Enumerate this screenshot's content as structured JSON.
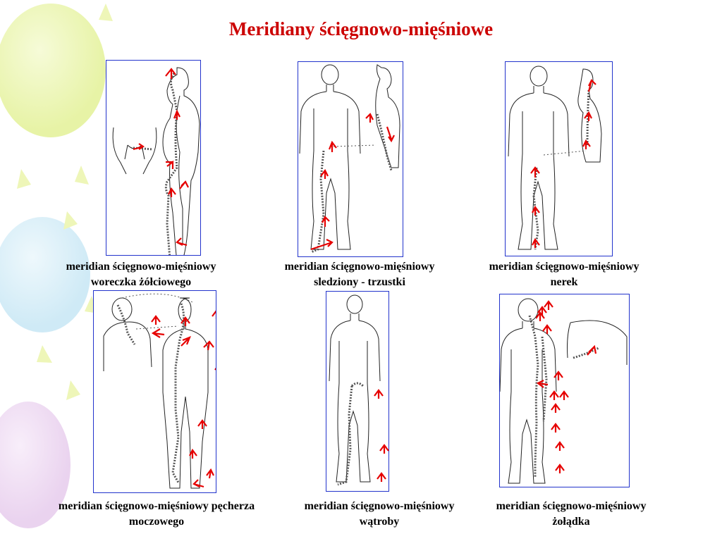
{
  "title": "Meridiany ścięgnowo-mięśniowe",
  "colors": {
    "title": "#cc0000",
    "arrow": "#e60000",
    "frame": "#2233cc"
  },
  "panels": [
    {
      "line1": "meridian ścięgnowo-mięśniowy",
      "line2": "woreczka żółciowego"
    },
    {
      "line1": "meridian ścięgnowo-mięśniowy",
      "line2": "sledziony - trzustki"
    },
    {
      "line1": "meridian ścięgnowo-mięśniowy",
      "line2": "nerek"
    },
    {
      "line1": "meridian ścięgnowo-mięśniowy pęcherza",
      "line2": "moczowego"
    },
    {
      "line1": "meridian ścięgnowo-mięśniowy",
      "line2": "wątroby"
    },
    {
      "line1": "meridian ścięgnowo-mięśniowy",
      "line2": "żołądka"
    }
  ]
}
